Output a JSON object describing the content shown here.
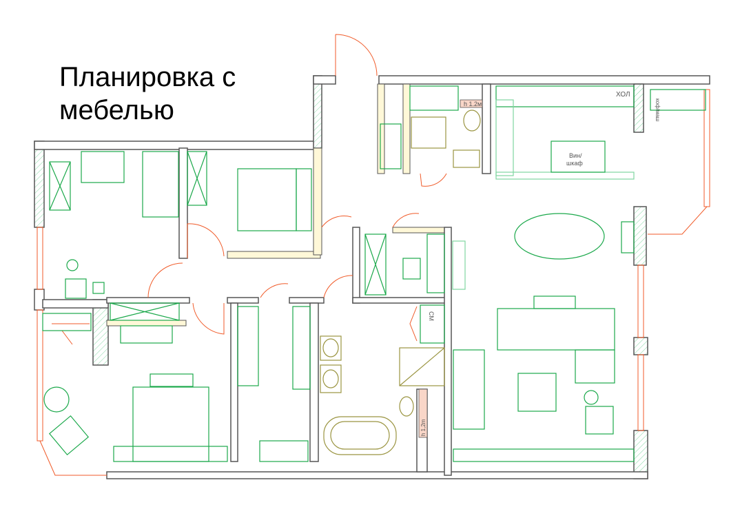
{
  "title": "Планировка с мебелью",
  "labels": {
    "height_wc": "h 1.2м",
    "hall": "ХОЛ",
    "coffee_machine": "коф/маш",
    "wine_cabinet_1": "Вин/",
    "wine_cabinet_2": "шкаф",
    "washing_machine": "СМ",
    "height_bath": "h 1,2m"
  },
  "colors": {
    "walls": "#555555",
    "furniture": "#1aa84a",
    "doors": "#f05a28",
    "plumbing": "#9a9440"
  }
}
